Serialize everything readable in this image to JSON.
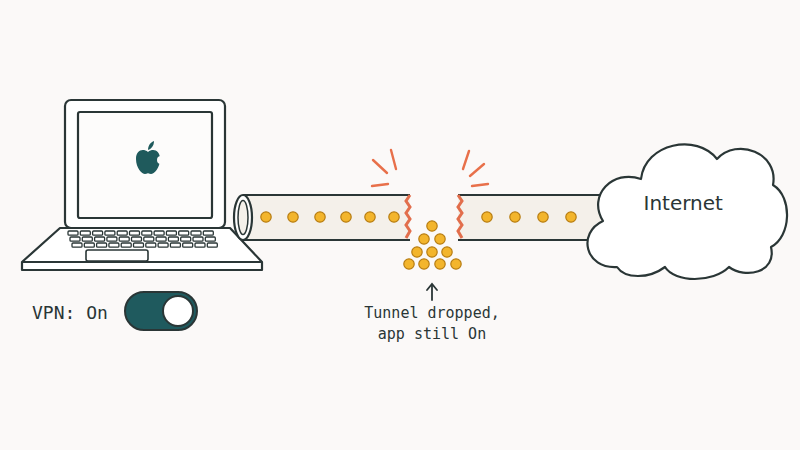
{
  "diagram": {
    "nodes": [
      {
        "text": [
          "Internet"
        ]
      }
    ],
    "labels": [
      "VPN: On",
      "Tunnel dropped, app still On"
    ]
  }
}
